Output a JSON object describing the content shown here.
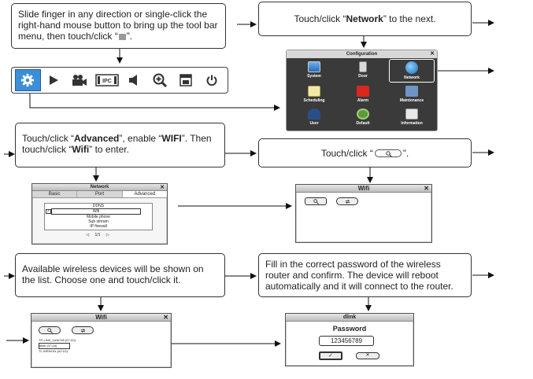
{
  "steps": {
    "s1": {
      "part1": "Slide finger in any direction or single-click the right-hand mouse button to bring up the tool bar menu, then touch/click “",
      "part2": "”."
    },
    "s2": {
      "pre": "Touch/click “",
      "bold": "Network",
      "post": "” to the next."
    },
    "s3": {
      "pre": "Touch/click “",
      "bold1": "Advanced",
      "mid": "”, enable “",
      "bold2": "WIFI",
      "mid2": "”. Then touch/click “",
      "bold3": "Wifi",
      "post": "” to enter."
    },
    "s4": {
      "pre": "Touch/click “",
      "post": "”."
    },
    "s5": {
      "text": "Available wireless devices will be shown on the list. Choose one and touch/click it."
    },
    "s6": {
      "text": "Fill in the correct password of the wireless router and confirm. The device will reboot automatically and it will connect to the router."
    }
  },
  "config": {
    "title": "Configuration",
    "items": [
      "System",
      "Door",
      "Network",
      "Scheduling",
      "Alarm",
      "Maintenance",
      "User",
      "Default",
      "Information"
    ]
  },
  "network": {
    "title": "Network",
    "tabs": [
      "Basic",
      "Port",
      "Advanced"
    ],
    "list": [
      "DDNS",
      "Wifi",
      "Mobile phone",
      "Sub stream",
      "IP firewall"
    ],
    "page": "1/1"
  },
  "wifi": {
    "title": "Wifi"
  },
  "wifi_list": {
    "title": "Wifi",
    "networks": [
      "TP-LINK_1ANC98 (07:1D)",
      "dlink (07:2A)",
      "TL-WR941N (A2:1D)"
    ]
  },
  "dlink": {
    "title": "dlink",
    "label": "Password",
    "value": "123456789",
    "ok": "✓",
    "cancel": "✕"
  },
  "colors": {
    "accent": "#3b8fd6",
    "config_bg": "#3a3a3a"
  }
}
